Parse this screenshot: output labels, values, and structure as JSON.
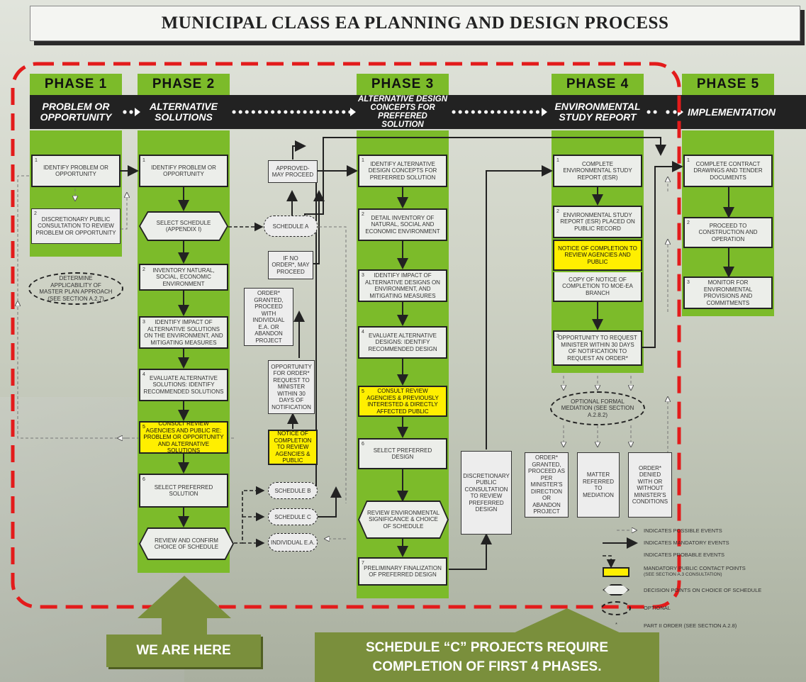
{
  "title": "MUNICIPAL CLASS EA PLANNING AND DESIGN PROCESS",
  "phases": [
    {
      "label": "PHASE 1",
      "desc": "PROBLEM OR OPPORTUNITY"
    },
    {
      "label": "PHASE 2",
      "desc": "ALTERNATIVE SOLUTIONS"
    },
    {
      "label": "PHASE 3",
      "desc": "ALTERNATIVE DESIGN CONCEPTS FOR PREFFERED SOLUTION"
    },
    {
      "label": "PHASE 4",
      "desc": "ENVIRONMENTAL STUDY REPORT"
    },
    {
      "label": "PHASE 5",
      "desc": "IMPLEMENTATION"
    }
  ],
  "phase1": {
    "s1": {
      "num": "1",
      "text": "IDENTIFY PROBLEM OR OPPORTUNITY"
    },
    "s2": {
      "num": "2",
      "text": "DISCRETIONARY PUBLIC CONSULTATION TO REVIEW PROBLEM OR OPPORTUNITY"
    },
    "optional": "DETERMINE APPLICABILITY OF MASTER PLAN APPROACH (See Section A.2.7)"
  },
  "phase2": {
    "s1": {
      "num": "1",
      "text": "IDENTIFY PROBLEM OR OPPORTUNITY"
    },
    "select_schedule": "SELECT SCHEDULE (APPENDIX I)",
    "s2": {
      "num": "2",
      "text": "INVENTORY NATURAL, SOCIAL, ECONOMIC ENVIRONMENT"
    },
    "s3": {
      "num": "3",
      "text": "IDENTIFY IMPACT OF ALTERNATIVE SOLUTIONS ON THE ENVIRONMENT, AND MITIGATING MEASURES"
    },
    "s4": {
      "num": "4",
      "text": "EVALUATE ALTERNATIVE SOLUTIONS: IDENTIFY RECOMMENDED SOLUTIONS"
    },
    "s5": {
      "num": "5",
      "text": "CONSULT REVIEW AGENCIES AND PUBLIC re: PROBLEM OR OPPORTUNITY AND ALTERNATIVE SOLUTIONS"
    },
    "s6": {
      "num": "6",
      "text": "SELECT PREFERRED SOLUTION"
    },
    "review": "REVIEW AND CONFIRM CHOICE OF SCHEDULE"
  },
  "schedules": {
    "approved": "APPROVED- MAY PROCEED",
    "schedule_a": "SCHEDULE A",
    "if_no_order": "IF NO ORDER*, MAY PROCEED",
    "order_granted": "ORDER* GRANTED, PROCEED WITH INDIVIDUAL E.A. OR ABANDON PROJECT",
    "opportunity": "OPPORTUNITY FOR ORDER* REQUEST TO MINISTER WITHIN 30 DAYS OF NOTIFICATION",
    "notice": "NOTICE OF COMPLETION TO REVIEW AGENCIES & PUBLIC",
    "schedule_b": "SCHEDULE B",
    "schedule_c": "SCHEDULE C",
    "individual_ea": "INDIVIDUAL E.A."
  },
  "phase3": {
    "s1": {
      "num": "1",
      "text": "IDENTIFY ALTERNATIVE DESIGN CONCEPTS FOR PREFERRED SOLUTION"
    },
    "s2": {
      "num": "2",
      "text": "DETAIL INVENTORY OF NATURAL, SOCIAL AND ECONOMIC ENVIRONMENT"
    },
    "s3": {
      "num": "3",
      "text": "IDENTIFY IMPACT OF ALTERNATIVE DESIGNS ON ENVIRONMENT, AND MITIGATING MEASURES"
    },
    "s4": {
      "num": "4",
      "text": "EVALUATE ALTERNATIVE DESIGNS: IDENTIFY RECOMMENDED DESIGN"
    },
    "s5": {
      "num": "5",
      "text": "CONSULT REVIEW AGENCIES & PREVIOUSLY INTERESTED & DIRECTLY AFFECTED PUBLIC"
    },
    "s6": {
      "num": "6",
      "text": "SELECT PREFERRED DESIGN"
    },
    "review": "REVIEW ENVIRONMENTAL SIGNIFICANCE & CHOICE OF SCHEDULE",
    "s7": {
      "num": "7",
      "text": "PRELIMINARY FINALIZATION OF PREFERRED DESIGN"
    },
    "discretionary": "DISCRETIONARY PUBLIC CONSULTATION TO REVIEW PREFERRED DESIGN"
  },
  "phase4": {
    "s1": {
      "num": "1",
      "text": "COMPLETE ENVIRONMENTAL STUDY REPORT (ESR)"
    },
    "s2": {
      "num": "2",
      "text": "ENVIRONMENTAL STUDY REPORT (ESR) PLACED ON PUBLIC RECORD"
    },
    "notice": "NOTICE OF COMPLETION TO REVIEW AGENCIES AND PUBLIC",
    "copy": "COPY OF NOTICE OF COMPLETION TO MOE-EA BRANCH",
    "s3": {
      "num": "3",
      "text": "OPPORTUNITY TO REQUEST MINISTER WITHIN 30 DAYS OF NOTIFICATION TO REQUEST AN ORDER*"
    },
    "mediation": "OPTIONAL FORMAL MEDIATION (See Section A.2.8.2)",
    "out1": "ORDER* GRANTED, PROCEED AS PER MINISTER'S DIRECTION OR ABANDON PROJECT",
    "out2": "MATTER REFERRED TO MEDIATION",
    "out3": "ORDER* DENIED WITH OR WITHOUT MINISTER'S CONDITIONS"
  },
  "phase5": {
    "s1": {
      "num": "1",
      "text": "COMPLETE CONTRACT DRAWINGS AND TENDER DOCUMENTS"
    },
    "s2": {
      "num": "2",
      "text": "PROCEED TO CONSTRUCTION AND OPERATION"
    },
    "s3": {
      "num": "3",
      "text": "MONITOR FOR ENVIRONMENTAL PROVISIONS AND COMMITMENTS"
    }
  },
  "legend": {
    "possible": "INDICATES POSSIBLE EVENTS",
    "mandatory": "INDICATES MANDATORY EVENTS",
    "probable": "INDICATES PROBABLE EVENTS",
    "contact": "MANDATORY PUBLIC CONTACT POINTS",
    "contact_sub": "(See Section A.3 Consultation)",
    "decision": "DECISION POINTS ON CHOICE OF SCHEDULE",
    "optional": "OPTIONAL",
    "star": "*",
    "part2": "PART II ORDER (See Section A.2.8)"
  },
  "callouts": {
    "here": "WE ARE HERE",
    "schedule_c_1": "SCHEDULE “C” PROJECTS REQUIRE",
    "schedule_c_2": "COMPLETION OF FIRST 4 PHASES."
  },
  "colors": {
    "phase_green": "#7cbb2a",
    "highlight": "#ffef00",
    "dash_red": "#e31b1b",
    "callout": "#7a8f3c"
  }
}
